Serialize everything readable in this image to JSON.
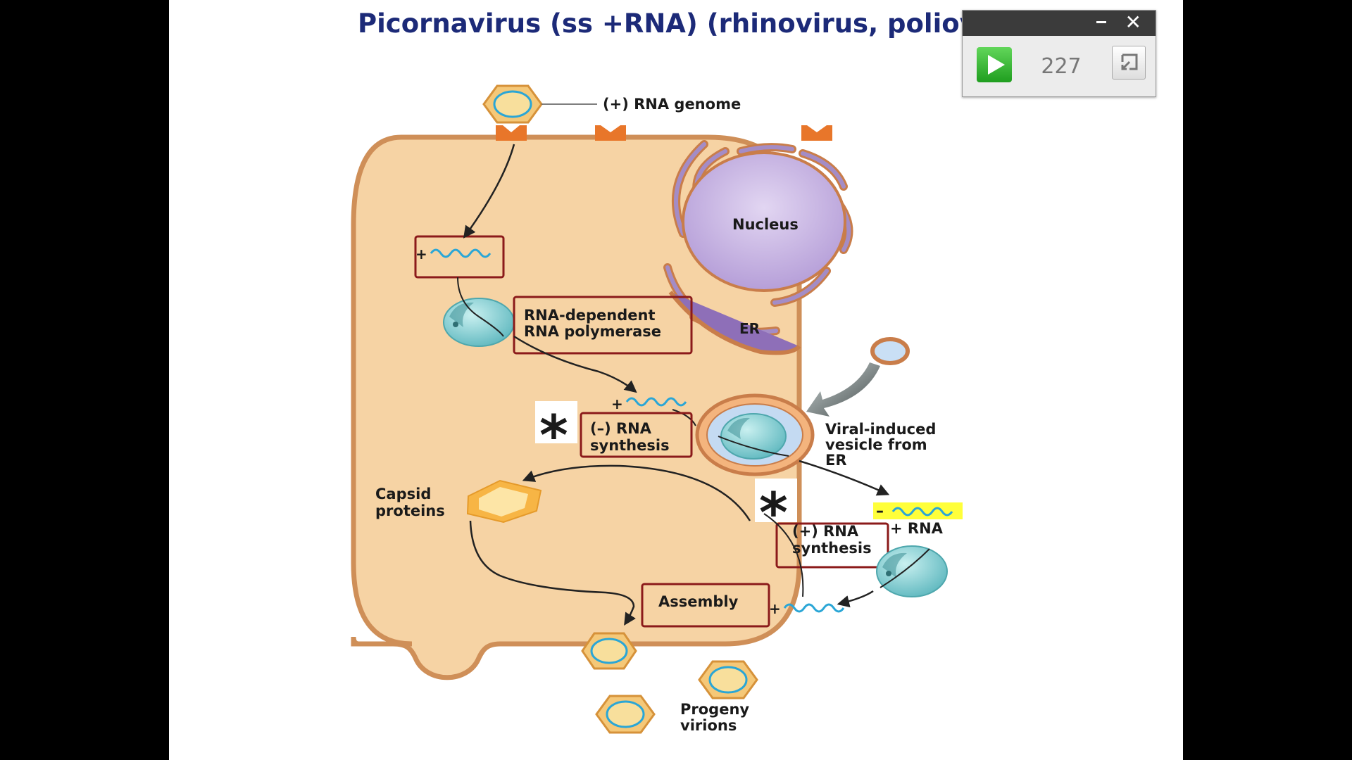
{
  "slide": {
    "title": "Picornavirus (ss +RNA) (rhinovirus, poliovirus)"
  },
  "diagram": {
    "labels": {
      "genome": "(+) RNA genome",
      "nucleus": "Nucleus",
      "er": "ER",
      "polymerase_line1": "RNA-dependent",
      "polymerase_line2": "RNA polymerase",
      "neg_synth_line1": "(–) RNA",
      "neg_synth_line2": "synthesis",
      "vesicle_line1": "Viral-induced",
      "vesicle_line2": "vesicle from",
      "vesicle_line3": "ER",
      "capsid_line1": "Capsid",
      "capsid_line2": "proteins",
      "pos_synth_line1": "(+) RNA",
      "pos_synth_line2": "synthesis",
      "plus_rna": "+ RNA",
      "assembly": "Assembly",
      "progeny_line1": "Progeny",
      "progeny_line2": "virions",
      "plus_sign": "+",
      "minus_sign": "–",
      "asterisk": "*"
    },
    "colors": {
      "cell_fill": "#f6d3a4",
      "cell_border": "#cf8f58",
      "nucleus": "#c8b3e0",
      "er": "#a48cc6",
      "ribosome": "#7fcfd2",
      "receptor": "#e8762a",
      "virion": "#f5c878",
      "box_border": "#8b1a1a",
      "rna": "#2aa6d6",
      "highlight": "#ffff3a"
    }
  },
  "recorder": {
    "count": "227"
  }
}
